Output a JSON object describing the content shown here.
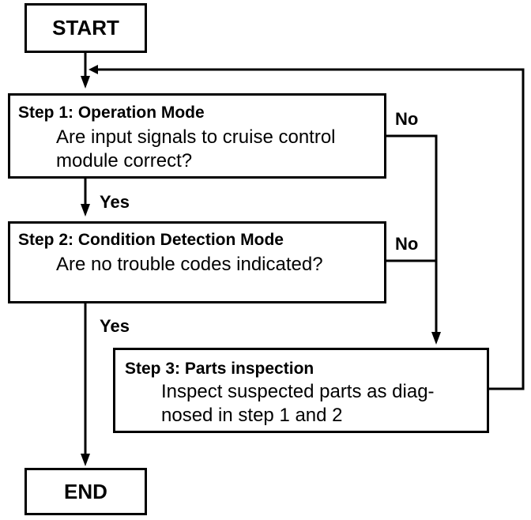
{
  "flowchart": {
    "start_label": "START",
    "end_label": "END",
    "step1": {
      "title": "Step 1: Operation Mode",
      "text_line1": "Are input signals to cruise control",
      "text_line2": "module correct?"
    },
    "step2": {
      "title": "Step 2: Condition Detection Mode",
      "text_line1": "Are no trouble codes indicated?"
    },
    "step3": {
      "title": "Step 3: Parts inspection",
      "text_line1": "Inspect suspected parts as diag-",
      "text_line2": "nosed in step 1 and 2"
    },
    "labels": {
      "yes_step1": "Yes",
      "no_step1": "No",
      "no_step2": "No",
      "yes_step2": "Yes"
    }
  }
}
